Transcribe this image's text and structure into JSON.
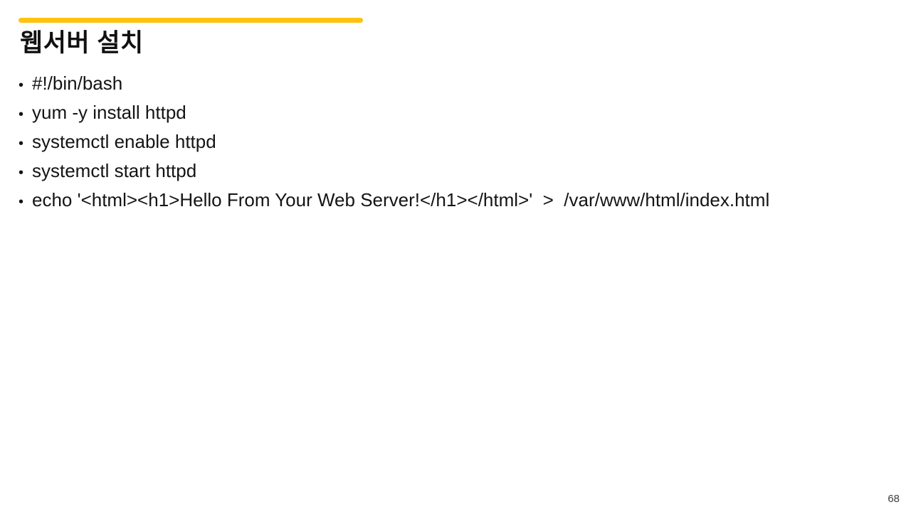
{
  "slide": {
    "title": "웹서버 설치",
    "accent_color": "#ffc20e",
    "text_color": "#141414",
    "background_color": "#ffffff",
    "bullet_glyph": "•",
    "bullets": [
      {
        "text": "#!/bin/bash"
      },
      {
        "text": "yum -y install httpd"
      },
      {
        "text": "systemctl enable httpd"
      },
      {
        "text": "systemctl start httpd"
      },
      {
        "text": "echo '<html><h1>Hello From Your Web Server!</h1></html>'  >  /var/www/html/index.html"
      }
    ],
    "page_number": "68"
  }
}
